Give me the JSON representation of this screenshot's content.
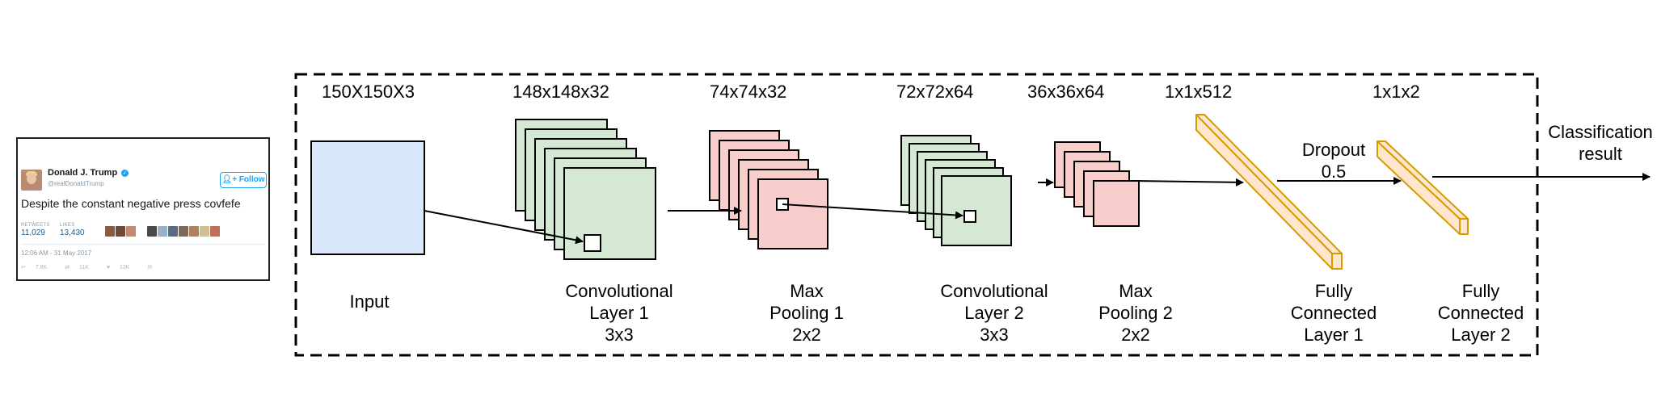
{
  "tweet": {
    "author_name": "Donald J. Trump",
    "verified_mark": "✓",
    "handle": "@realDonaldTrump",
    "follow_label": "Follow",
    "text": "Despite the constant negative press covfefe",
    "retweets_label": "RETWEETS",
    "retweets_count": "11,029",
    "likes_label": "LIKES",
    "likes_count": "13,430",
    "timestamp": "12:06 AM - 31 May 2017",
    "reply_count": "7.8K",
    "retweet_count_small": "11K",
    "like_count_small": "13K",
    "liker_colors": [
      "#8a5a44",
      "#6b4a3a",
      "#c08b6f",
      "#4a4a4a",
      "#9ab0c4",
      "#5a6b7d",
      "#7c6a5a",
      "#b08060",
      "#d0c090",
      "#c0705a"
    ]
  },
  "diagram": {
    "dims": {
      "input": "150X150X3",
      "conv1": "148x148x32",
      "pool1": "74x74x32",
      "conv2": "72x72x64",
      "pool2": "36x36x64",
      "fc1": "1x1x512",
      "fc2": "1x1x2"
    },
    "labels": {
      "input": "Input",
      "conv1": [
        "Convolutional",
        "Layer 1",
        "3x3"
      ],
      "pool1": [
        "Max",
        "Pooling 1",
        "2x2"
      ],
      "conv2": [
        "Convolutional",
        "Layer 2",
        "3x3"
      ],
      "pool2": [
        "Max",
        "Pooling 2",
        "2x2"
      ],
      "fc1": [
        "Fully",
        "Connected",
        "Layer 1"
      ],
      "fc2": [
        "Fully",
        "Connected",
        "Layer 2"
      ],
      "dropout": [
        "Dropout",
        "0.5"
      ],
      "output": [
        "Classification",
        "result"
      ]
    },
    "colors": {
      "input_fill": "#dae8fc",
      "conv_fill": "#d5e8d4",
      "pool_fill": "#f8cecc",
      "fc_fill": "#ffe6cc",
      "fc_stroke": "#d79b00",
      "stroke": "#000000"
    }
  }
}
